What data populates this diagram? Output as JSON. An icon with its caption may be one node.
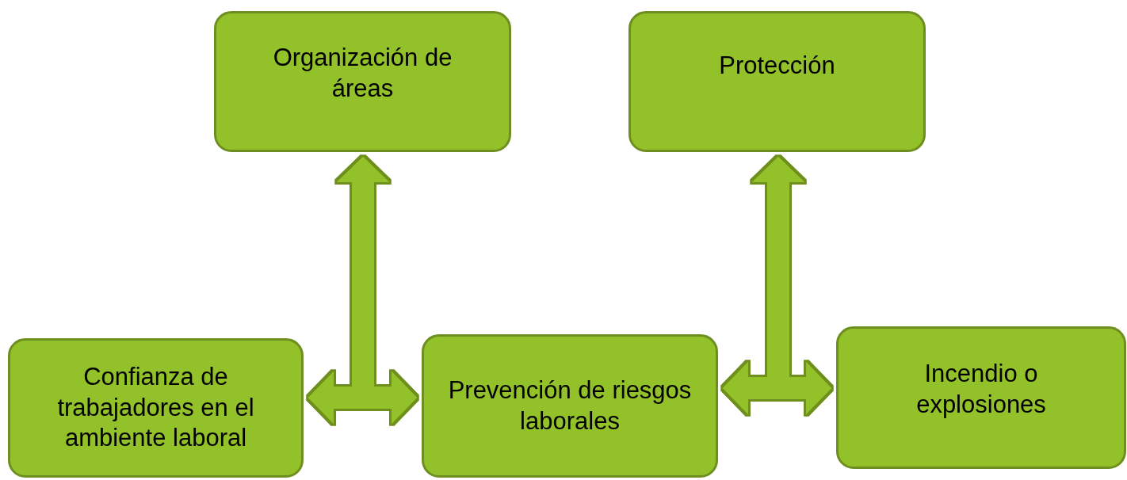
{
  "diagram": {
    "nodes": [
      {
        "text": [
          "Organización de áreas"
        ]
      },
      {
        "text": [
          "Protección"
        ]
      },
      {
        "text": [
          "Confianza de trabajadores en el ambiente laboral"
        ]
      },
      {
        "text": [
          "Prevención de riesgos laborales"
        ]
      },
      {
        "text": [
          "Incendio o explosiones"
        ]
      }
    ],
    "edges": [
      {
        "from": 0,
        "to": 2,
        "arrow": "both"
      },
      {
        "from": 0,
        "to": 3,
        "arrow": "both"
      },
      {
        "from": 2,
        "to": 3,
        "arrow": "both"
      },
      {
        "from": 1,
        "to": 3,
        "arrow": "both"
      },
      {
        "from": 1,
        "to": 4,
        "arrow": "both"
      },
      {
        "from": 3,
        "to": 4,
        "arrow": "both"
      }
    ]
  }
}
